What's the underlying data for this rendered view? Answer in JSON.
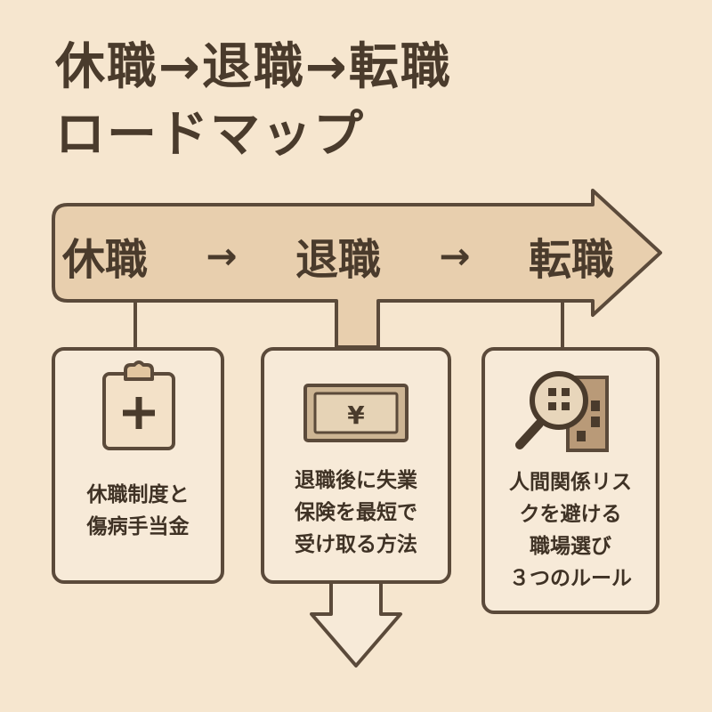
{
  "title": {
    "line1": "休職→退職→転職",
    "line2": "ロードマップ"
  },
  "banner": {
    "step1": "休職",
    "arrow1": "→",
    "step2": "退職",
    "arrow2": "→",
    "step3": "転職"
  },
  "cards": [
    {
      "lines": [
        "休職制度と",
        "傷病手当金"
      ],
      "icon": "clipboard-plus-icon"
    },
    {
      "lines": [
        "退職後に失業",
        "保険を最短で",
        "受け取る方法"
      ],
      "icon": "yen-bill-icon",
      "bill_symbol": "¥"
    },
    {
      "lines": [
        "人間関係リス",
        "クを避ける",
        "職場選び",
        "３つのルール"
      ],
      "icon": "magnifier-building-icon"
    }
  ],
  "colors": {
    "background": "#f6e6cf",
    "banner_fill": "#e8cfae",
    "card_fill": "#f7ead8",
    "stroke": "#5b4a3a",
    "text": "#4a3b2c"
  }
}
